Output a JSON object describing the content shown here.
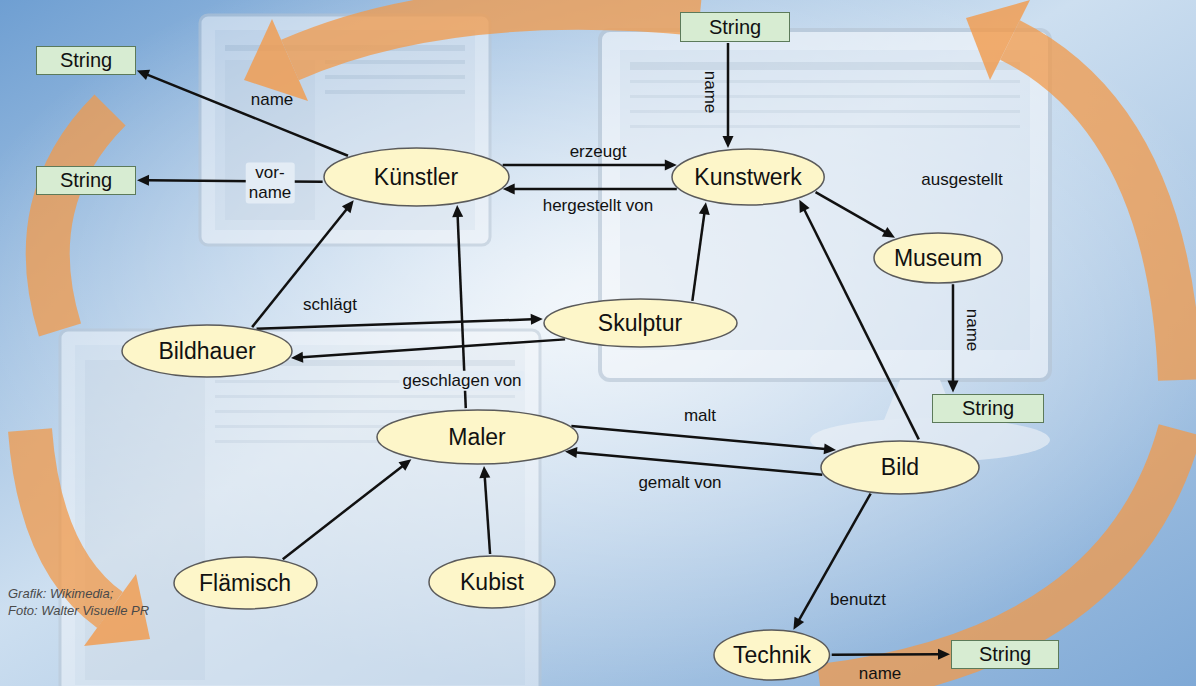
{
  "diagram": {
    "nodes": [
      {
        "text": [
          "String"
        ]
      },
      {
        "text": [
          "String"
        ]
      },
      {
        "text": [
          "Künstler"
        ]
      },
      {
        "text": [
          "Kunstwerk"
        ]
      },
      {
        "text": [
          "String"
        ]
      },
      {
        "text": [
          "Museum"
        ]
      },
      {
        "text": [
          "Skulptur"
        ]
      },
      {
        "text": [
          "Bildhauer"
        ]
      },
      {
        "text": [
          "String"
        ]
      },
      {
        "text": [
          "Maler"
        ]
      },
      {
        "text": [
          "Bild"
        ]
      },
      {
        "text": [
          "Flämisch"
        ]
      },
      {
        "text": [
          "Kubist"
        ]
      },
      {
        "text": [
          "Technik"
        ]
      },
      {
        "text": [
          "String"
        ]
      }
    ],
    "edges": [
      {
        "from": 2,
        "to": 1,
        "label": "name",
        "arrow": "to"
      },
      {
        "from": 2,
        "to": 4,
        "label": "vor- name",
        "arrow": "to"
      },
      {
        "from": 2,
        "to": 3,
        "label": "erzeugt",
        "arrow": "to"
      },
      {
        "from": 3,
        "to": 2,
        "label": "hergestellt von",
        "arrow": "to"
      },
      {
        "from": 0,
        "to": 3,
        "label": "name",
        "arrow": "to"
      },
      {
        "from": 3,
        "to": 5,
        "label": "ausgestellt",
        "arrow": "to"
      },
      {
        "from": 5,
        "to": 8,
        "label": "name",
        "arrow": "to"
      },
      {
        "from": 7,
        "to": 2,
        "arrow": "to"
      },
      {
        "from": 7,
        "to": 6,
        "label": "schlägt",
        "arrow": "to"
      },
      {
        "from": 6,
        "to": 7,
        "label": "geschlagen von",
        "arrow": "to"
      },
      {
        "from": 6,
        "to": 3,
        "arrow": "to"
      },
      {
        "from": 9,
        "to": 2,
        "arrow": "to"
      },
      {
        "from": 9,
        "to": 10,
        "label": "malt",
        "arrow": "to"
      },
      {
        "from": 10,
        "to": 9,
        "label": "gemalt von",
        "arrow": "to"
      },
      {
        "from": 10,
        "to": 3,
        "arrow": "to"
      },
      {
        "from": 11,
        "to": 9,
        "arrow": "to"
      },
      {
        "from": 12,
        "to": 9,
        "arrow": "to"
      },
      {
        "from": 10,
        "to": 13,
        "label": "benutzt",
        "arrow": "to"
      },
      {
        "from": 13,
        "to": 14,
        "label": "name",
        "arrow": "to"
      }
    ],
    "labels": [
      "Grafik: Wikimedia;",
      "Foto: Walter Visuelle PR"
    ]
  }
}
